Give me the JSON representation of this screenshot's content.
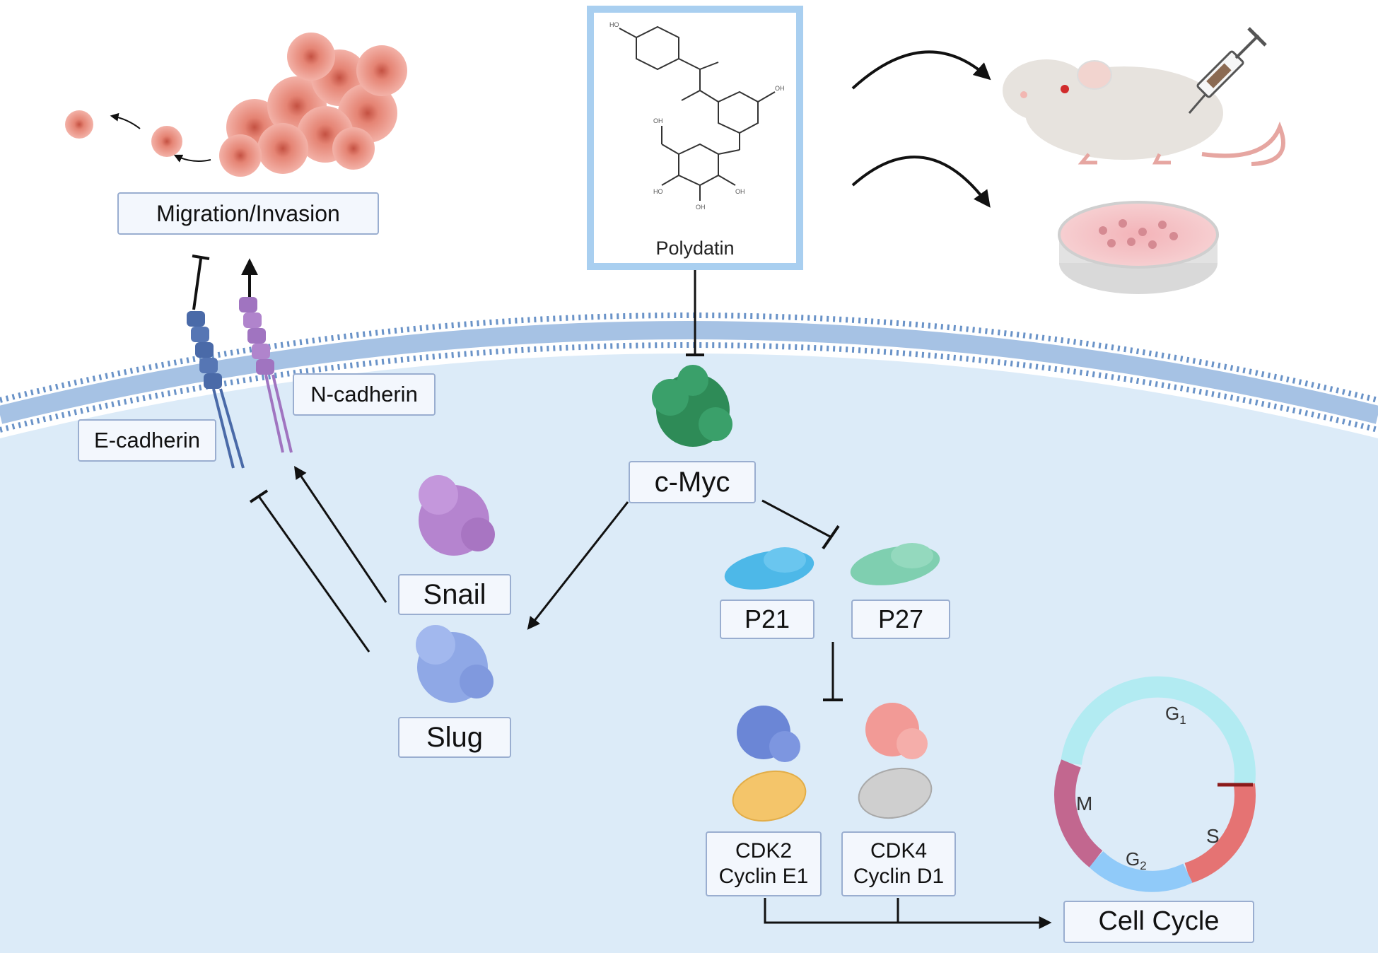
{
  "labels": {
    "migration": "Migration/Invasion",
    "polydatin": "Polydatin",
    "n_cadherin": "N-cadherin",
    "e_cadherin": "E-cadherin",
    "c_myc": "c-Myc",
    "snail": "Snail",
    "slug": "Slug",
    "p21": "P21",
    "p27": "P27",
    "cdk2": "CDK2",
    "cyclin_e1": "Cyclin E1",
    "cdk4": "CDK4",
    "cyclin_d1": "Cyclin D1",
    "cell_cycle": "Cell Cycle"
  },
  "cell_cycle_phases": {
    "g1": "G",
    "g1_sub": "1",
    "s": "S",
    "g2": "G",
    "g2_sub": "2",
    "m": "M"
  },
  "colors": {
    "cytoplasm": "#dcebf8",
    "membrane": "#6a93c8",
    "c_myc": "#2e8b57",
    "snail": "#b584cf",
    "slug": "#8fa8e6",
    "p21": "#4db8e8",
    "p27": "#7fcfb0",
    "cdk2": "#6b86d6",
    "cyclin_e1": "#f4c56a",
    "cdk4": "#f29a96",
    "cyclin_d1": "#c8c8c8",
    "e_cadherin": "#4a6aa8",
    "n_cadherin": "#a074c0",
    "tumor": "#e07a6a",
    "phase_g1": "#b2ebf2",
    "phase_s": "#e57373",
    "phase_g2": "#90caf9",
    "phase_m": "#c2678f"
  },
  "icons": [
    "tumor-cells",
    "mouse",
    "syringe",
    "petri-dish",
    "polydatin-structure",
    "protein-blobs",
    "cell-cycle-ring"
  ]
}
